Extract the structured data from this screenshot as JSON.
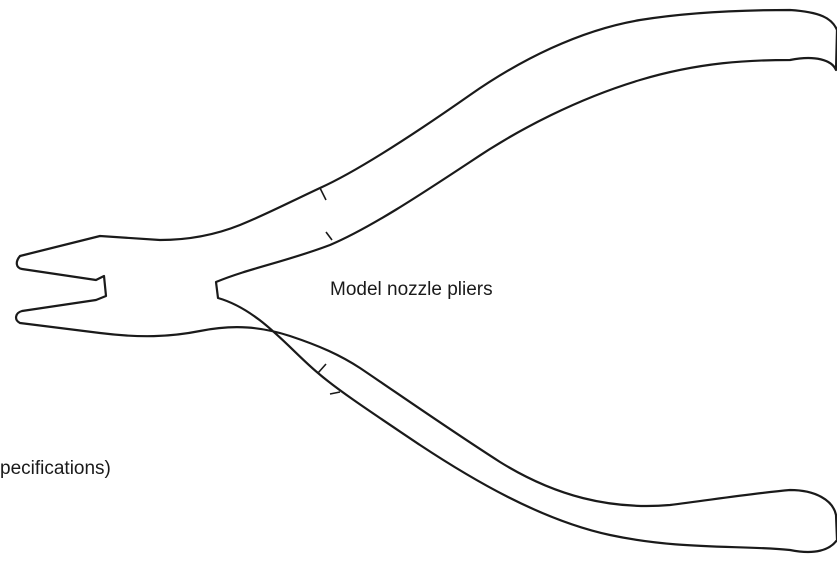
{
  "labels": {
    "main": "Model nozzle pliers",
    "specs": "pecifications)"
  },
  "colors": {
    "background": "#ffffff",
    "outline": "#1a1a1a",
    "text": "#1a1a1a"
  },
  "icon": "pliers-outline"
}
